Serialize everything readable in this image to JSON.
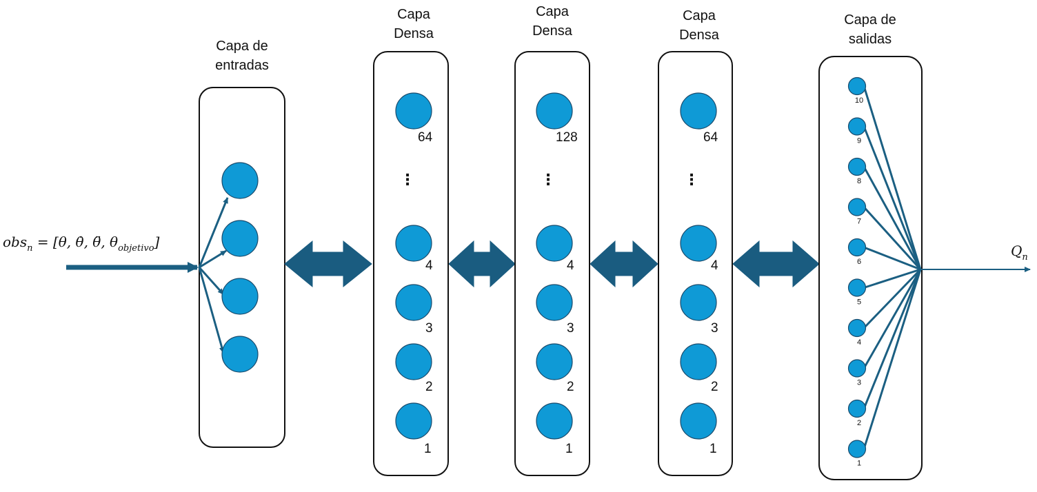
{
  "input_formula": {
    "prefix": "obs",
    "subscript": "n",
    "body_start": " = [θ, ",
    "theta_dot": "θ̇",
    "sep": ", ",
    "theta_ddot": "θ̈",
    "sep2": ", θ",
    "objetivo_sub": "objetivo",
    "close": "]"
  },
  "output_label": {
    "main": "Q",
    "subscript": "n"
  },
  "layers": [
    {
      "title_line1": "Capa de",
      "title_line2": "entradas"
    },
    {
      "title_line1": "Capa",
      "title_line2": "Densa",
      "top": "64",
      "n4": "4",
      "n3": "3",
      "n2": "2",
      "n1": "1",
      "dots": "⋮"
    },
    {
      "title_line1": "Capa",
      "title_line2": "Densa",
      "top": "128",
      "n4": "4",
      "n3": "3",
      "n2": "2",
      "n1": "1",
      "dots": "⋮"
    },
    {
      "title_line1": "Capa",
      "title_line2": "Densa",
      "top": "64",
      "n4": "4",
      "n3": "3",
      "n2": "2",
      "n1": "1",
      "dots": "⋮"
    },
    {
      "title_line1": "Capa de",
      "title_line2": "salidas"
    }
  ],
  "output_indices": [
    "10",
    "9",
    "8",
    "7",
    "6",
    "5",
    "4",
    "3",
    "2",
    "1"
  ],
  "colors": {
    "node": "#0f9ad6",
    "arrow": "#1a5c80",
    "wire": "#1b5f82"
  }
}
